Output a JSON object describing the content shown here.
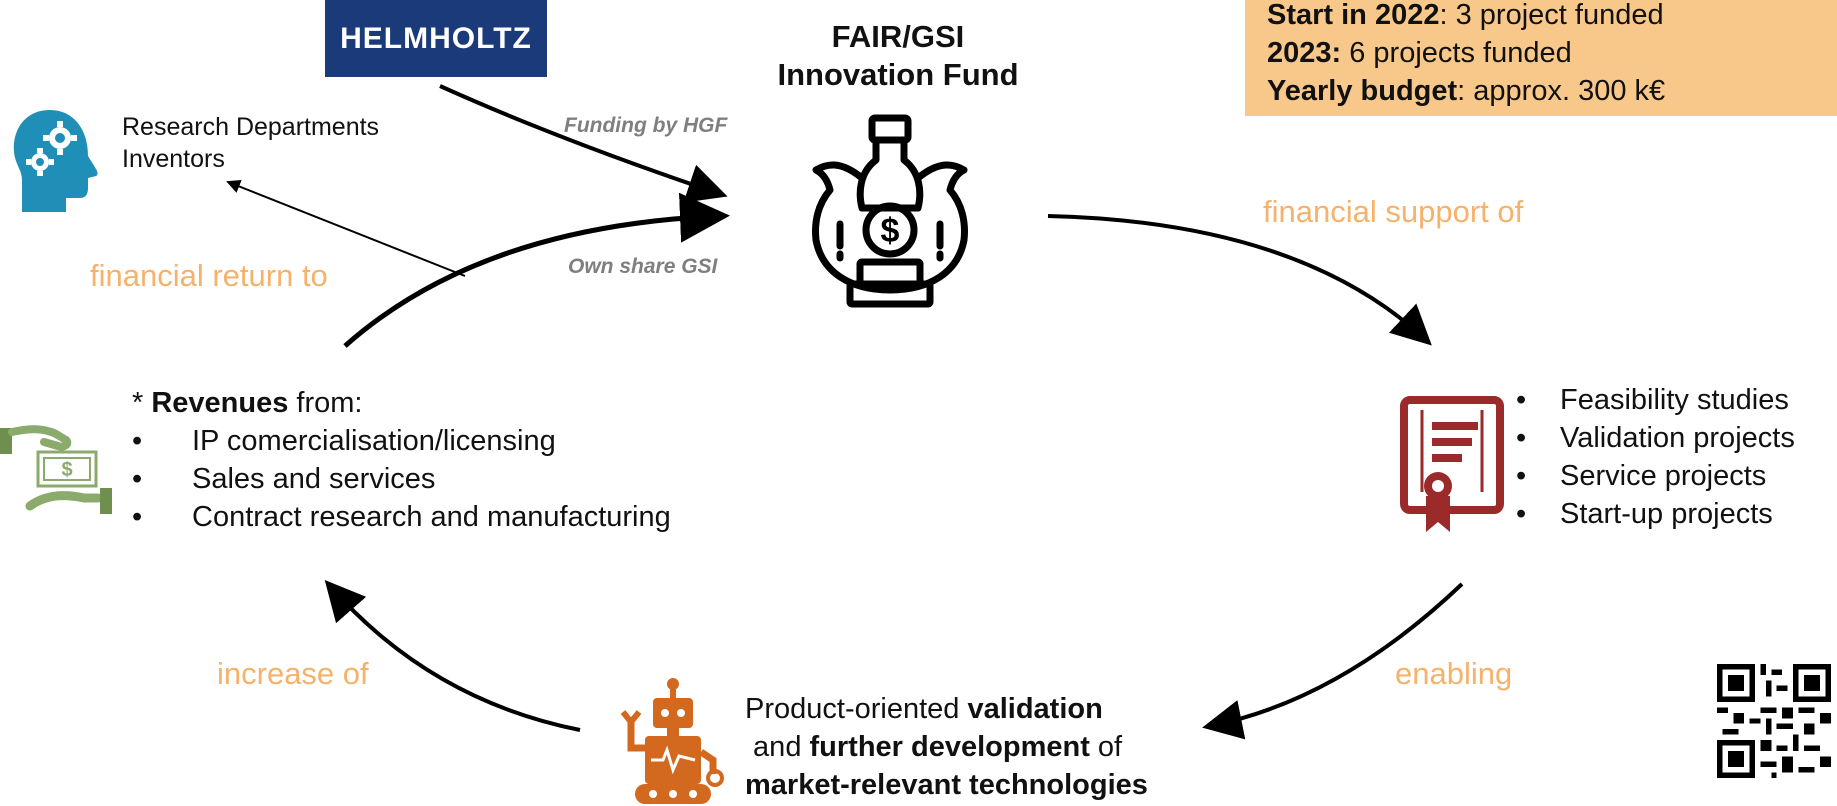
{
  "helmholtz_logo": "HELMHOLTZ",
  "fund": {
    "title_line1": "FAIR/GSI",
    "title_line2": "Innovation Fund"
  },
  "infobox": {
    "line1_bold": "Start in 2022",
    "line1_rest": ": 3 project funded",
    "line2_bold": "2023:",
    "line2_rest": " 6 projects funded",
    "line3_bold": "Yearly budget",
    "line3_rest": ": approx. 300 k€"
  },
  "research": {
    "line1": "Research Departments",
    "line2": "Inventors"
  },
  "labels": {
    "funding_by_hgf": "Funding by HGF",
    "own_share_gsi": "Own share GSI",
    "financial_return_to": "financial return to",
    "financial_support_of": "financial support of",
    "increase_of": "increase of",
    "enabling": "enabling"
  },
  "revenues": {
    "prefix": "* ",
    "bold": "Revenues",
    "suffix": " from:",
    "bullet": "•",
    "items": [
      "IP comercialisation/licensing",
      "Sales and services",
      "Contract research and manufacturing"
    ]
  },
  "projects": {
    "bullet": "•",
    "items": [
      "Feasibility studies",
      "Validation projects",
      "Service projects",
      "Start-up projects"
    ]
  },
  "product": {
    "l1_normal": "Product-oriented ",
    "l1_bold": "validation",
    "l2_normal1": " and ",
    "l2_bold": "further development",
    "l2_normal2": " of",
    "l3_bold": "market-relevant technologies"
  },
  "icons": {
    "head_gears": "head-gears-icon",
    "money_bag": "money-bag-icon",
    "certificate": "certificate-icon",
    "money_hands": "money-hands-icon",
    "robot": "robot-icon",
    "qr": "qr-code-icon"
  },
  "colors": {
    "accent_orange": "#f6b26b",
    "helmholtz_blue": "#1a3a7a",
    "head_blue": "#1f8fb8",
    "certificate_red": "#9b2a2a",
    "robot_orange": "#d2691e",
    "money_green": "#8aab6b",
    "infobox_bg": "#f8c88a"
  }
}
